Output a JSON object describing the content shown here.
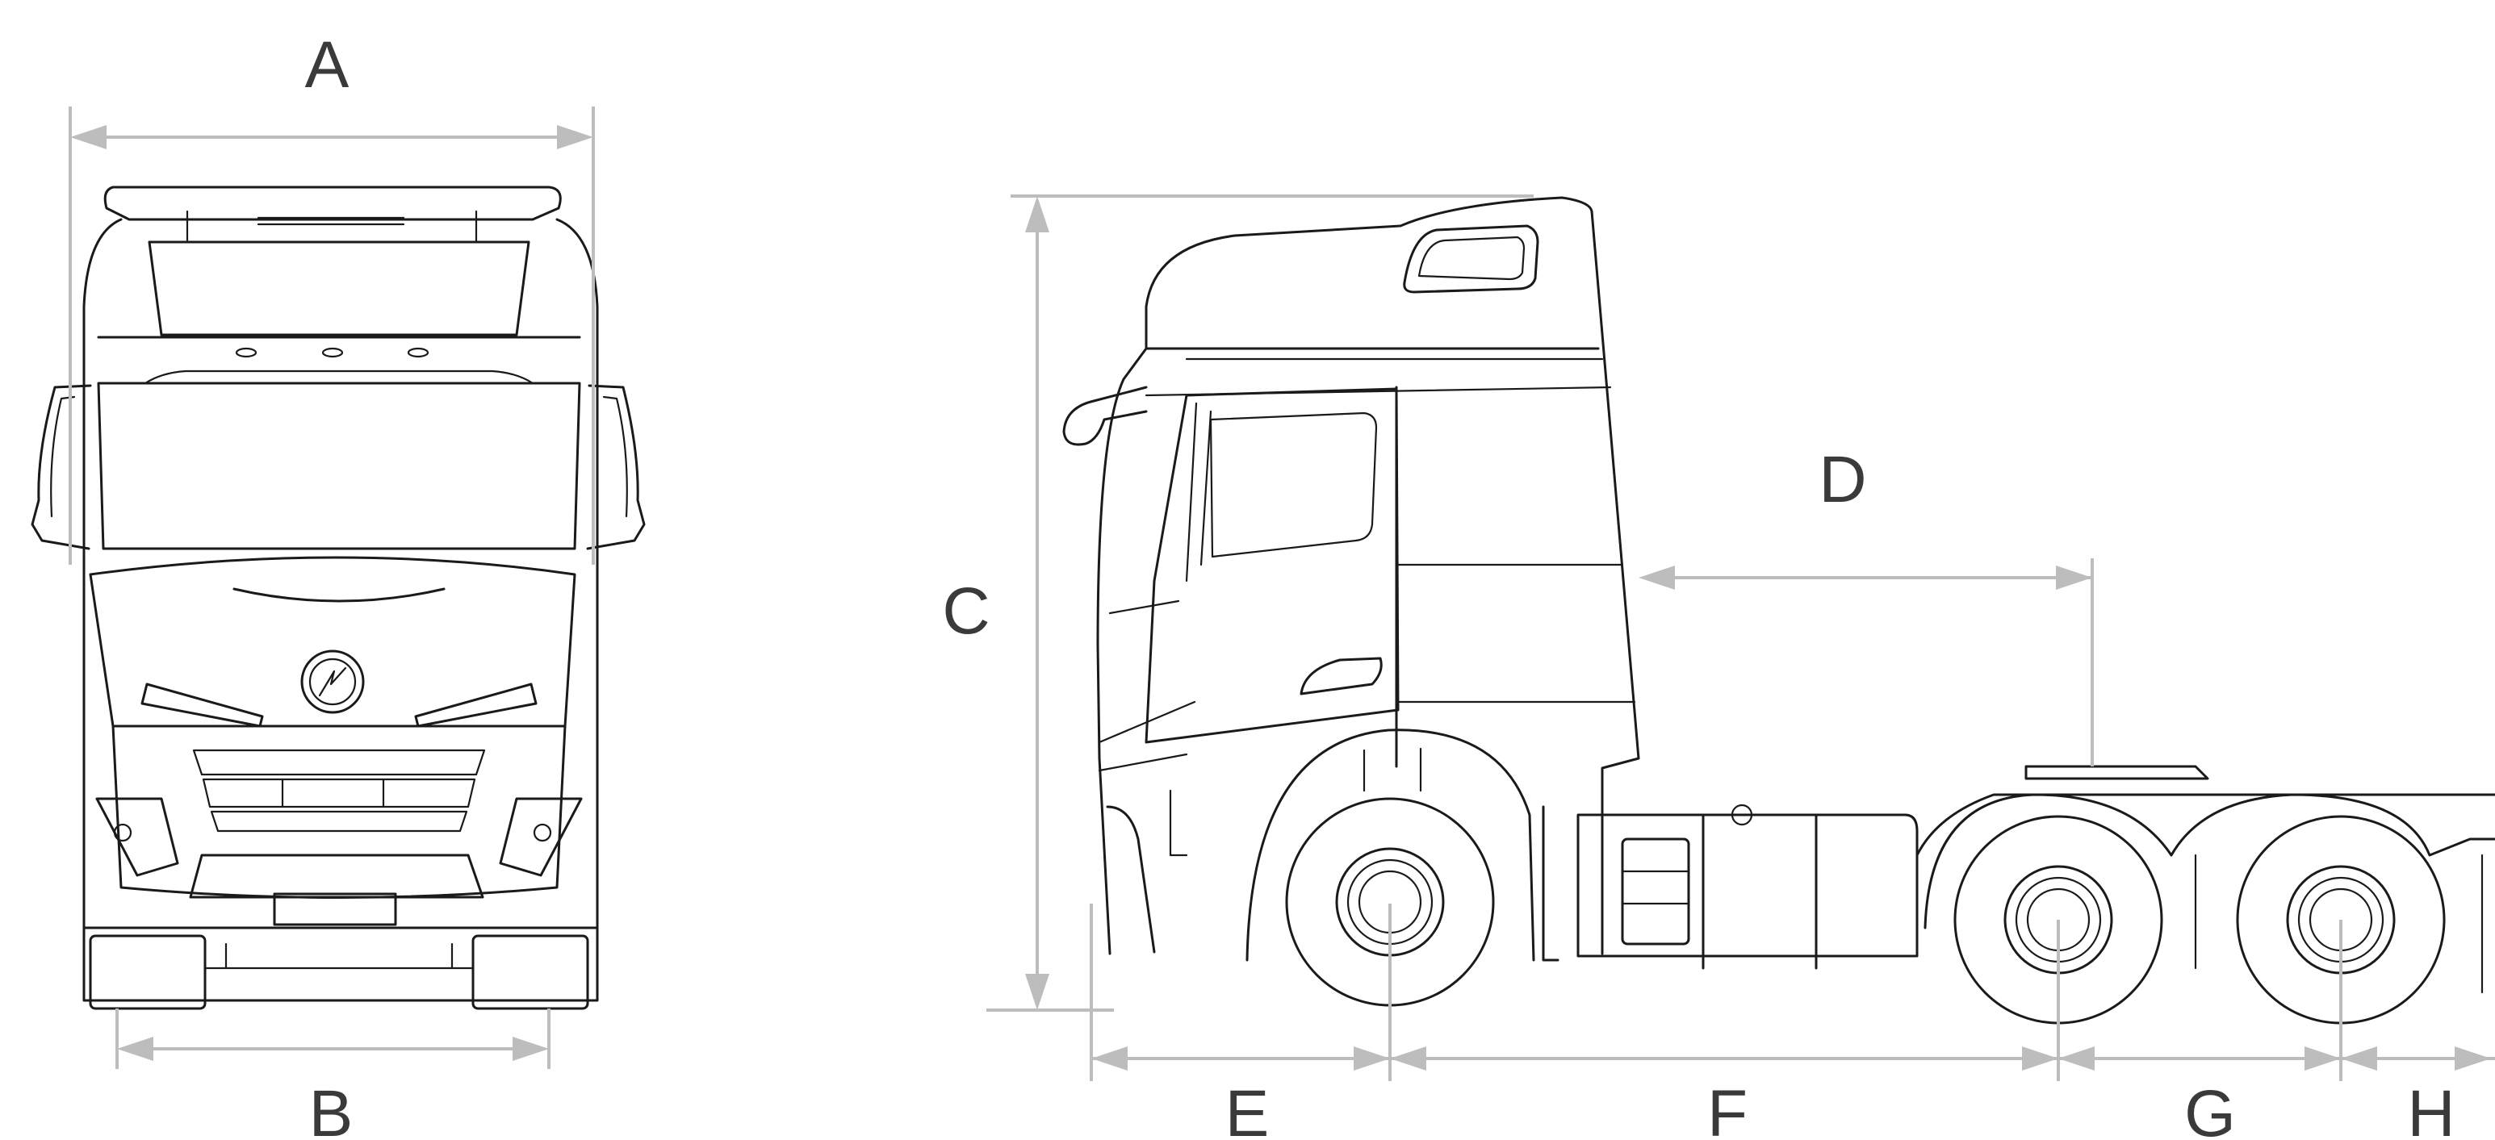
{
  "dimensions": {
    "a": "A",
    "b": "B",
    "c": "C",
    "d": "D",
    "e": "E",
    "f": "F",
    "g": "G",
    "h": "H"
  },
  "icons": {
    "brand_logo": "truck-brand-logo-icon"
  }
}
